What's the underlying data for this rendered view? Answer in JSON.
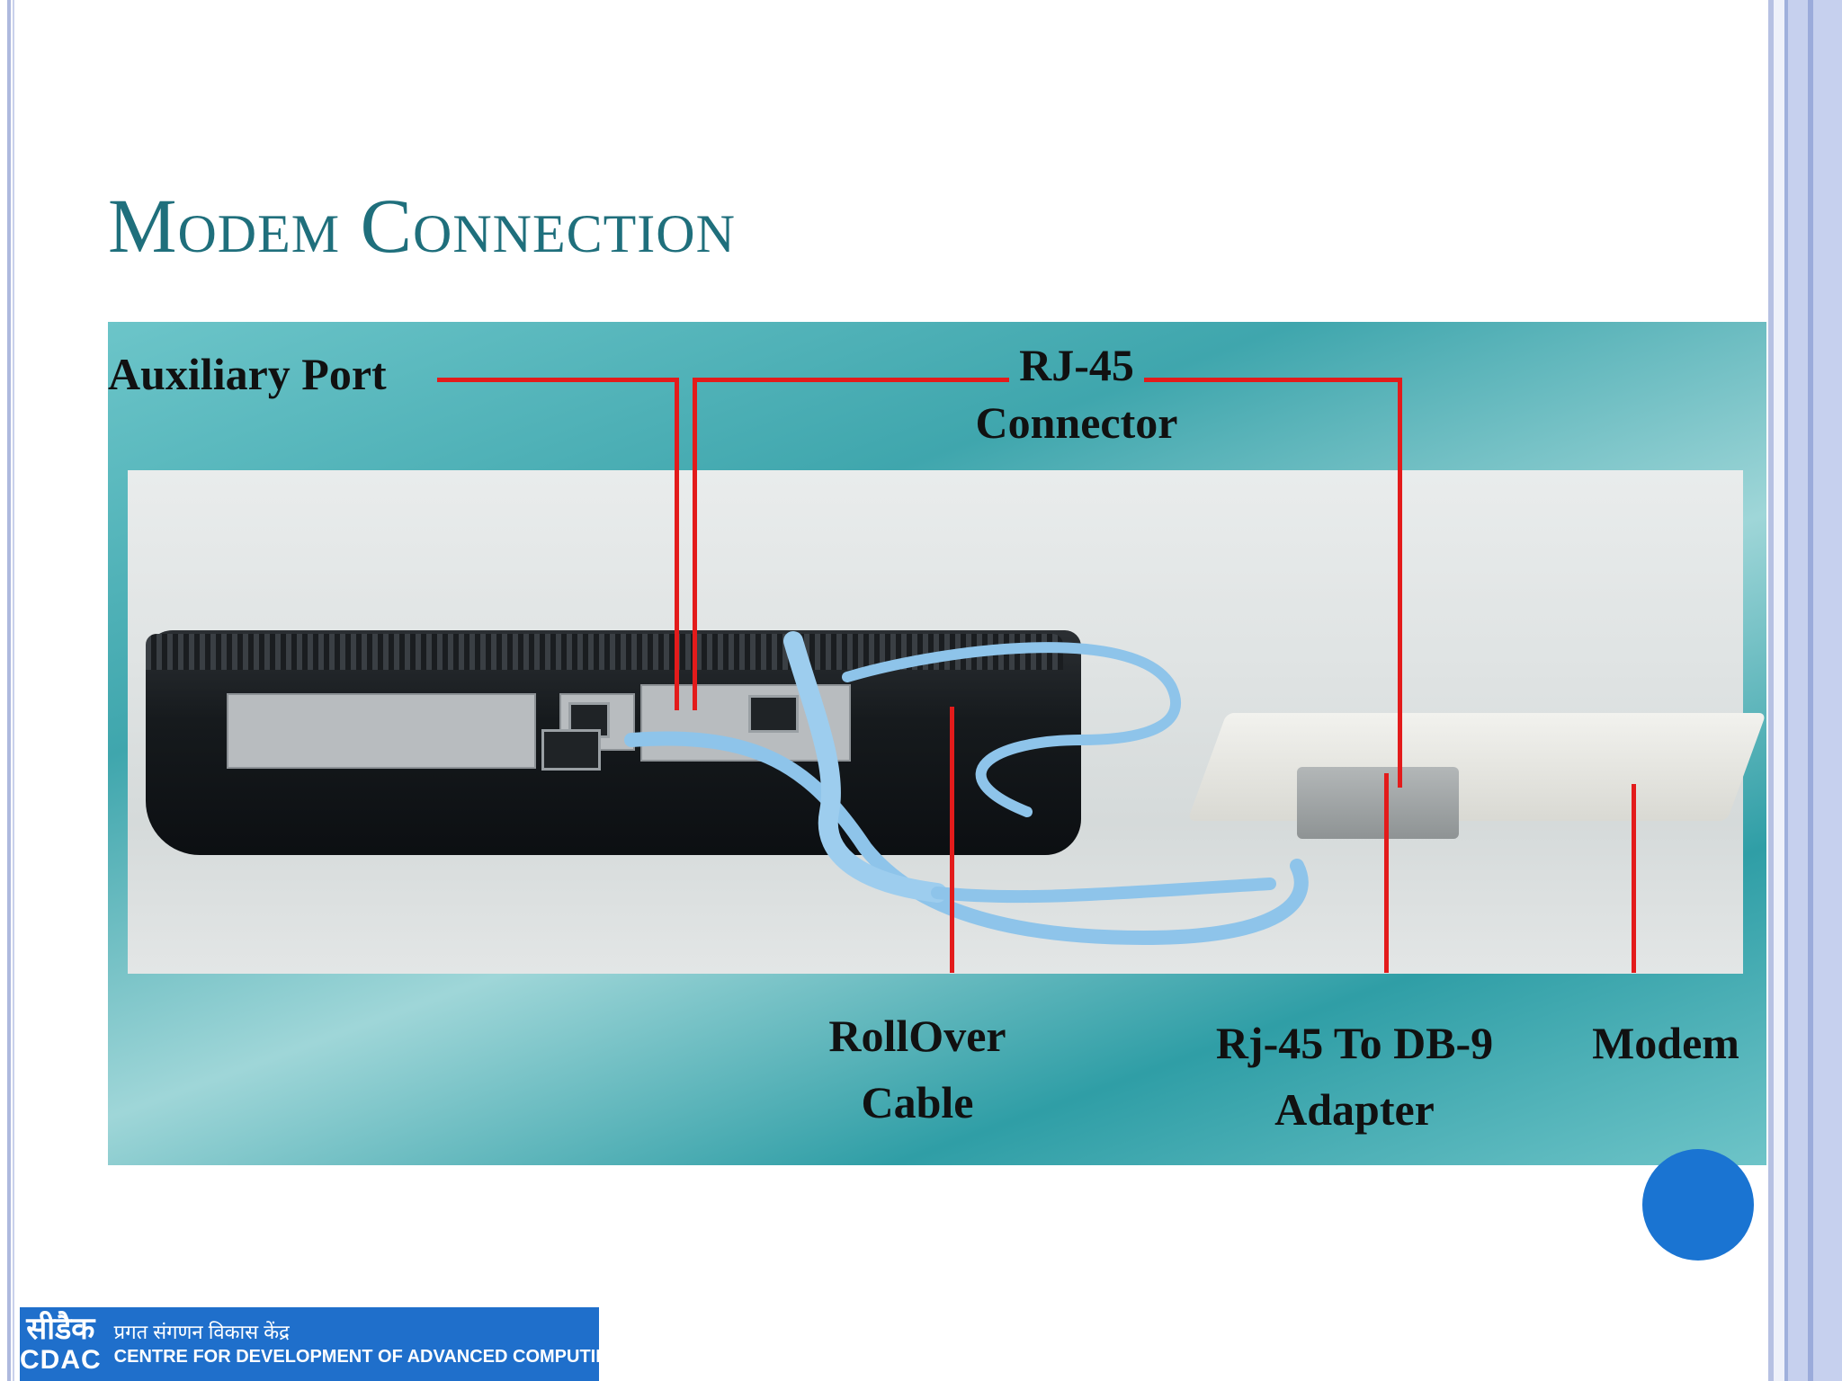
{
  "slide": {
    "title": "Modem Connection"
  },
  "figure": {
    "labels": {
      "auxiliary_port": "Auxiliary Port",
      "rj45_line1": "RJ-45",
      "rj45_line2": "Connector",
      "rollover_line1": "RollOver",
      "rollover_line2": "Cable",
      "adapter_line1": "Rj-45 To DB-9",
      "adapter_line2": "Adapter",
      "modem": "Modem"
    },
    "colors": {
      "pointer_line": "#e31b1b",
      "cable": "#8ec4ea",
      "background": "#3fa6ad"
    }
  },
  "logo": {
    "hindi_short": "सीडैक",
    "english_short": "CDAC",
    "hindi_name": "प्रगत संगणन विकास केंद्र",
    "english_name": "CENTRE FOR DEVELOPMENT OF ADVANCED COMPUTING"
  },
  "accent_color": "#1a74d2"
}
